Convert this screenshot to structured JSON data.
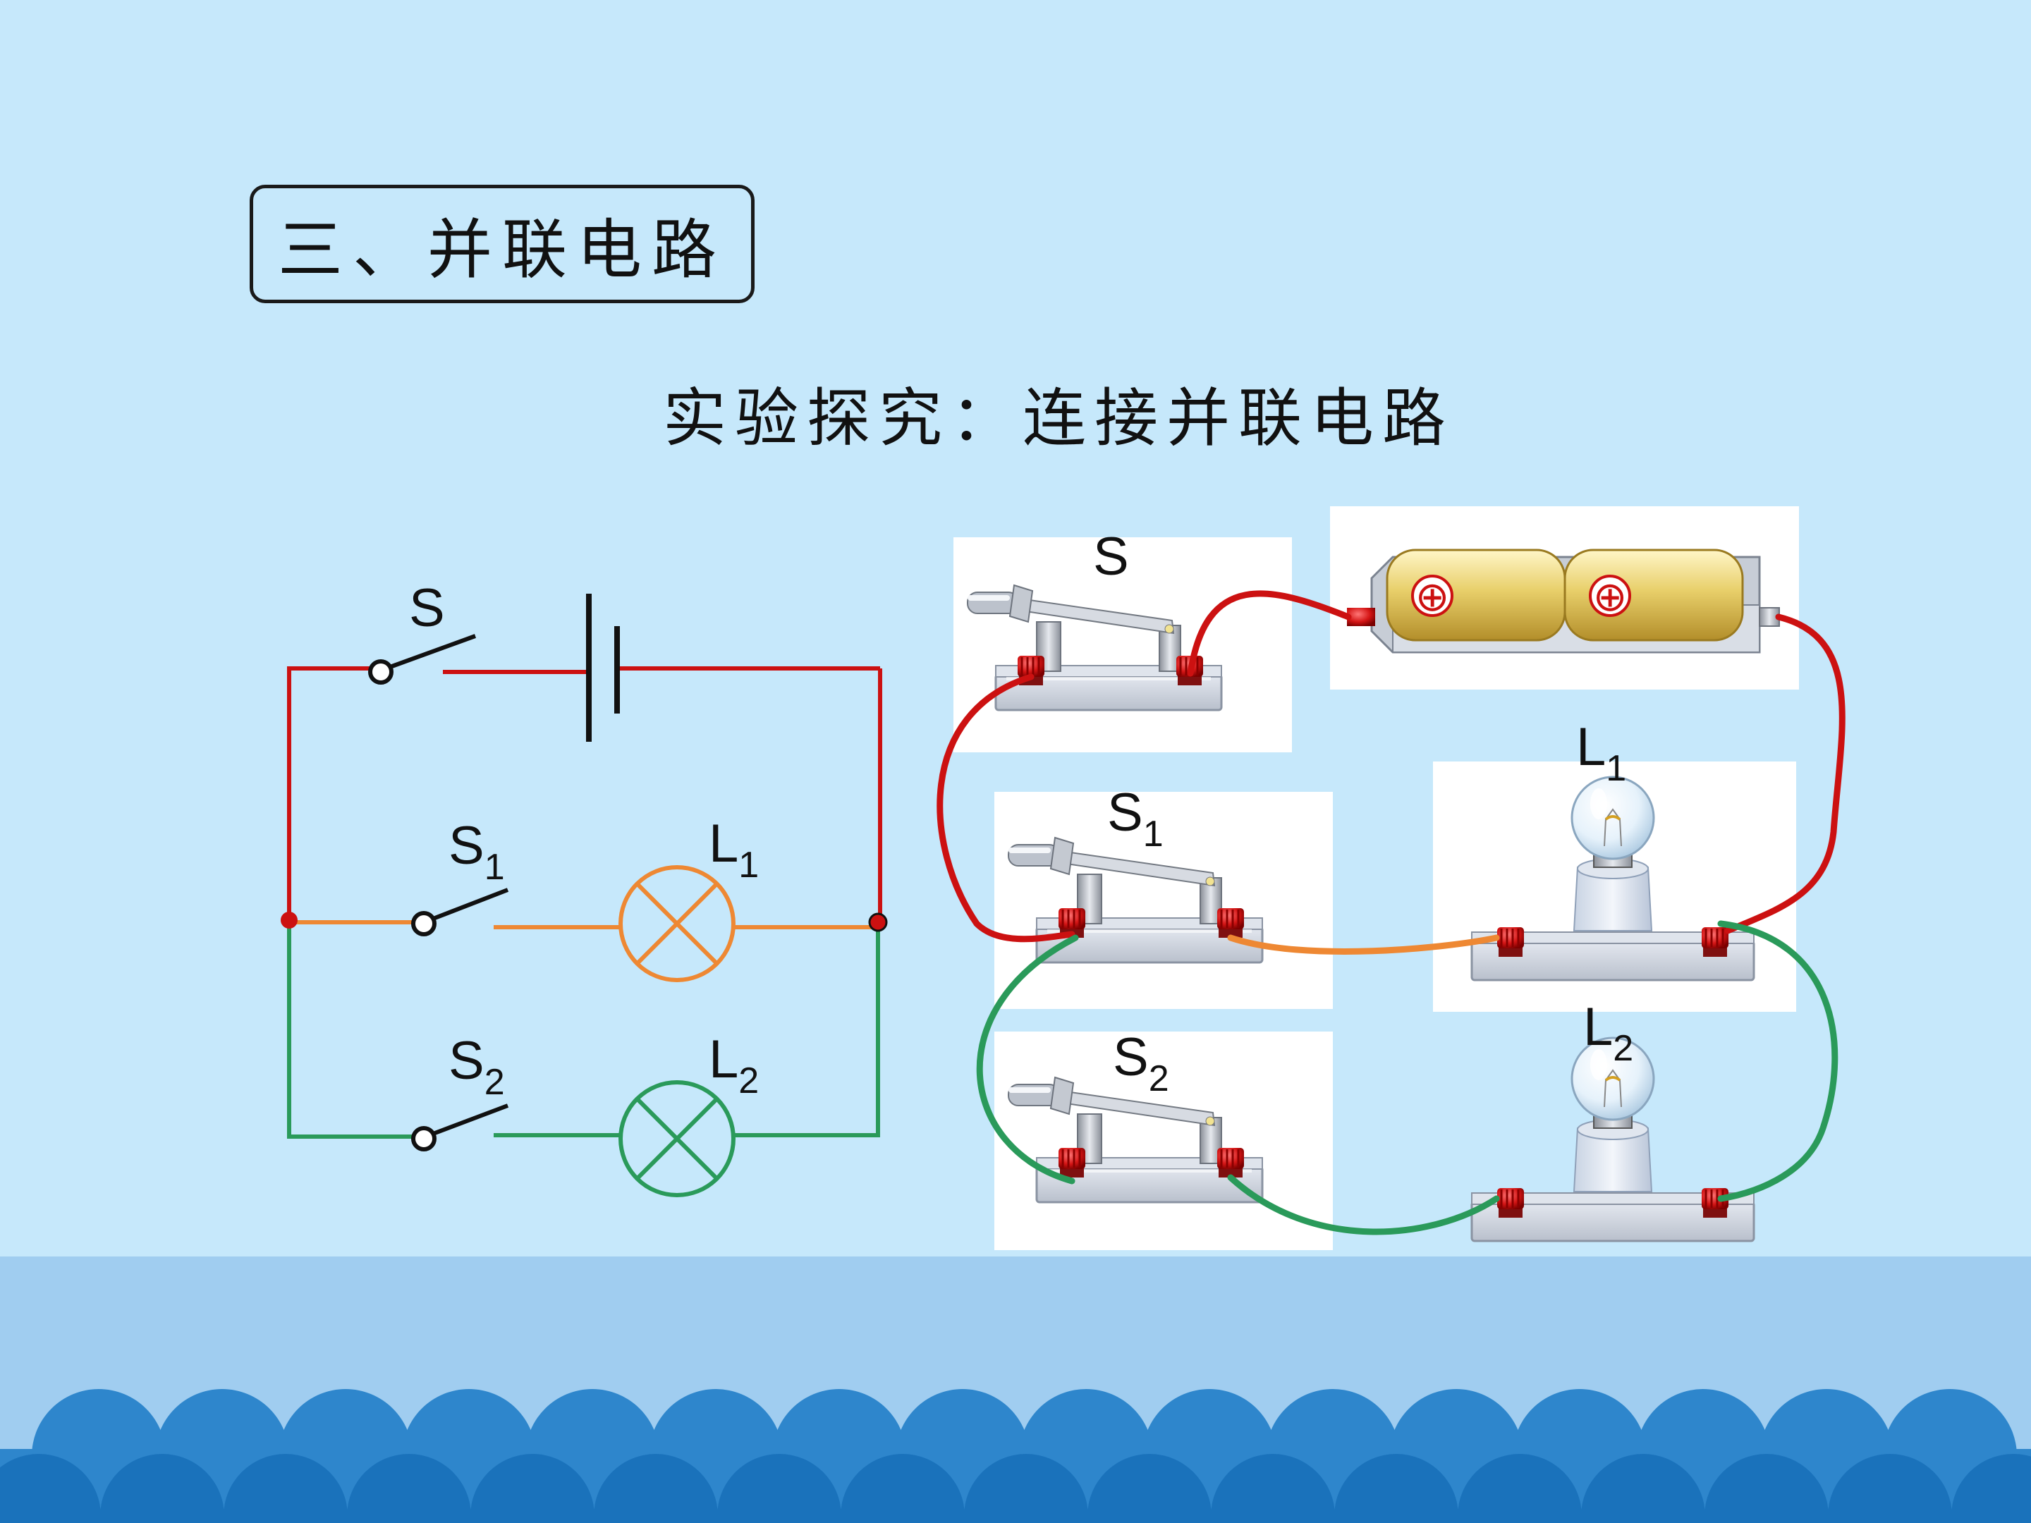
{
  "slide": {
    "title": "三、并联电路",
    "subtitle": "实验探究：连接并联电路"
  },
  "schematic": {
    "switch_main": {
      "main": "S",
      "sub": ""
    },
    "switch_1": {
      "main": "S",
      "sub": "1"
    },
    "switch_2": {
      "main": "S",
      "sub": "2"
    },
    "lamp_1": {
      "main": "L",
      "sub": "1"
    },
    "lamp_2": {
      "main": "L",
      "sub": "2"
    }
  },
  "apparatus": {
    "switch_main": {
      "main": "S",
      "sub": ""
    },
    "switch_1": {
      "main": "S",
      "sub": "1"
    },
    "switch_2": {
      "main": "S",
      "sub": "2"
    },
    "lamp_1": {
      "main": "L",
      "sub": "1"
    },
    "lamp_2": {
      "main": "L",
      "sub": "2"
    },
    "battery_symbols": [
      "⊕",
      "⊕"
    ]
  },
  "colors": {
    "background": "#c6e8fb",
    "bottom_band": "#a0cdf0",
    "waves": "#2e86cc",
    "main_wire": "#cc1111",
    "branch1_wire": "#ee8833",
    "branch2_wire": "#2a9a5a"
  }
}
